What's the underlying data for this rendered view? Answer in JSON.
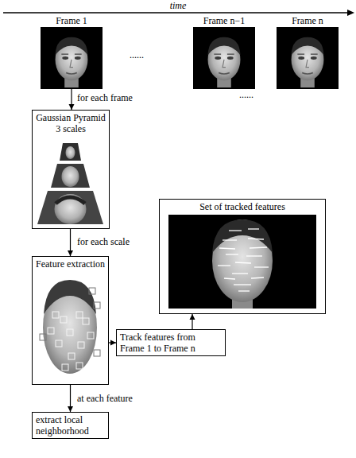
{
  "diagram": {
    "nodes": [
      {
        "text": [
          "Frame 1"
        ]
      },
      {
        "text": [
          "Frame n−1"
        ]
      },
      {
        "text": [
          "Frame n"
        ]
      },
      {
        "text": [
          "Gaussian Pyramid",
          "3 scales"
        ]
      },
      {
        "text": [
          "Set of tracked features"
        ]
      },
      {
        "text": [
          "Feature extraction"
        ]
      },
      {
        "text": [
          "Track features from Frame 1 to Frame n"
        ]
      },
      {
        "text": [
          "extract local neighborhood"
        ]
      }
    ],
    "edges": [
      {
        "from": 0,
        "to": 3,
        "arrow": "to",
        "label": "for each frame"
      },
      {
        "from": 3,
        "to": 5,
        "arrow": "to",
        "label": "for each scale"
      },
      {
        "from": 5,
        "to": 7,
        "arrow": "to",
        "label": "at each feature"
      },
      {
        "from": 5,
        "to": 6,
        "arrow": "to"
      },
      {
        "from": 6,
        "to": 4,
        "arrow": "to"
      }
    ],
    "labels": [
      "time",
      "......",
      "......"
    ]
  }
}
